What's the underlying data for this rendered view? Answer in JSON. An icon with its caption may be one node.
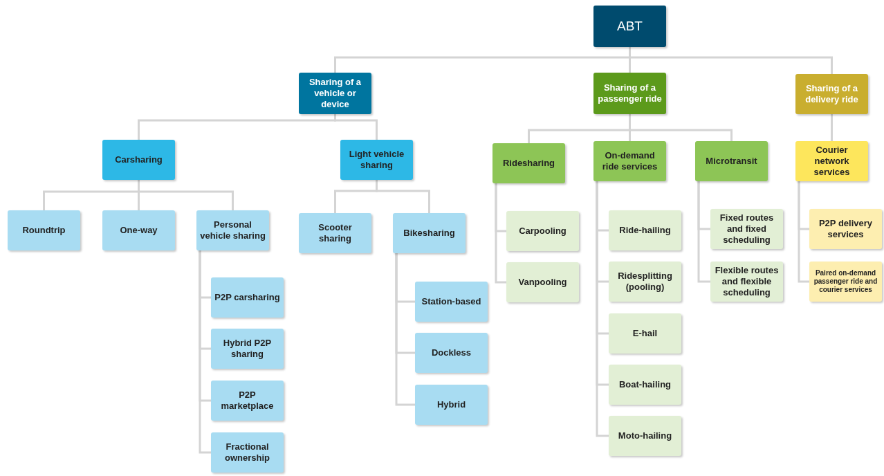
{
  "diagram": {
    "nodes": [
      {
        "text": [
          "ABT"
        ]
      },
      {
        "text": [
          "Sharing of a vehicle or device"
        ]
      },
      {
        "text": [
          "Sharing of a passenger ride"
        ]
      },
      {
        "text": [
          "Sharing of a delivery ride"
        ]
      },
      {
        "text": [
          "Carsharing"
        ]
      },
      {
        "text": [
          "Light vehicle sharing"
        ]
      },
      {
        "text": [
          "Ridesharing"
        ]
      },
      {
        "text": [
          "On-demand ride services"
        ]
      },
      {
        "text": [
          "Microtransit"
        ]
      },
      {
        "text": [
          "Courier network services"
        ]
      },
      {
        "text": [
          "Roundtrip"
        ]
      },
      {
        "text": [
          "One-way"
        ]
      },
      {
        "text": [
          "Personal vehicle sharing"
        ]
      },
      {
        "text": [
          "P2P carsharing"
        ]
      },
      {
        "text": [
          "Hybrid P2P sharing"
        ]
      },
      {
        "text": [
          "P2P marketplace"
        ]
      },
      {
        "text": [
          "Fractional ownership"
        ]
      },
      {
        "text": [
          "Scooter sharing"
        ]
      },
      {
        "text": [
          "Bikesharing"
        ]
      },
      {
        "text": [
          "Station-based"
        ]
      },
      {
        "text": [
          "Dockless"
        ]
      },
      {
        "text": [
          "Hybrid"
        ]
      },
      {
        "text": [
          "Carpooling"
        ]
      },
      {
        "text": [
          "Vanpooling"
        ]
      },
      {
        "text": [
          "Ride-hailing"
        ]
      },
      {
        "text": [
          "Ridesplitting (pooling)"
        ]
      },
      {
        "text": [
          "E-hail"
        ]
      },
      {
        "text": [
          "Boat-hailing"
        ]
      },
      {
        "text": [
          "Moto-hailing"
        ]
      },
      {
        "text": [
          "Fixed routes and fixed scheduling"
        ]
      },
      {
        "text": [
          "Flexible routes and flexible scheduling"
        ]
      },
      {
        "text": [
          "P2P delivery services"
        ]
      },
      {
        "text": [
          "Paired on-demand passenger ride and courier services"
        ]
      }
    ],
    "edges": [
      {
        "from": 0,
        "to": 1,
        "arrow": "none"
      },
      {
        "from": 0,
        "to": 2,
        "arrow": "none"
      },
      {
        "from": 0,
        "to": 3,
        "arrow": "none"
      },
      {
        "from": 1,
        "to": 4,
        "arrow": "none"
      },
      {
        "from": 1,
        "to": 5,
        "arrow": "none"
      },
      {
        "from": 2,
        "to": 6,
        "arrow": "none"
      },
      {
        "from": 2,
        "to": 7,
        "arrow": "none"
      },
      {
        "from": 2,
        "to": 8,
        "arrow": "none"
      },
      {
        "from": 3,
        "to": 9,
        "arrow": "none"
      },
      {
        "from": 4,
        "to": 10,
        "arrow": "none"
      },
      {
        "from": 4,
        "to": 11,
        "arrow": "none"
      },
      {
        "from": 4,
        "to": 12,
        "arrow": "none"
      },
      {
        "from": 12,
        "to": 13,
        "arrow": "none"
      },
      {
        "from": 12,
        "to": 14,
        "arrow": "none"
      },
      {
        "from": 12,
        "to": 15,
        "arrow": "none"
      },
      {
        "from": 12,
        "to": 16,
        "arrow": "none"
      },
      {
        "from": 5,
        "to": 17,
        "arrow": "none"
      },
      {
        "from": 5,
        "to": 18,
        "arrow": "none"
      },
      {
        "from": 18,
        "to": 19,
        "arrow": "none"
      },
      {
        "from": 18,
        "to": 20,
        "arrow": "none"
      },
      {
        "from": 18,
        "to": 21,
        "arrow": "none"
      },
      {
        "from": 6,
        "to": 22,
        "arrow": "none"
      },
      {
        "from": 6,
        "to": 23,
        "arrow": "none"
      },
      {
        "from": 7,
        "to": 24,
        "arrow": "none"
      },
      {
        "from": 7,
        "to": 25,
        "arrow": "none"
      },
      {
        "from": 7,
        "to": 26,
        "arrow": "none"
      },
      {
        "from": 7,
        "to": 27,
        "arrow": "none"
      },
      {
        "from": 7,
        "to": 28,
        "arrow": "none"
      },
      {
        "from": 8,
        "to": 29,
        "arrow": "none"
      },
      {
        "from": 8,
        "to": 30,
        "arrow": "none"
      },
      {
        "from": 9,
        "to": 31,
        "arrow": "none"
      },
      {
        "from": 9,
        "to": 32,
        "arrow": "none"
      }
    ]
  }
}
